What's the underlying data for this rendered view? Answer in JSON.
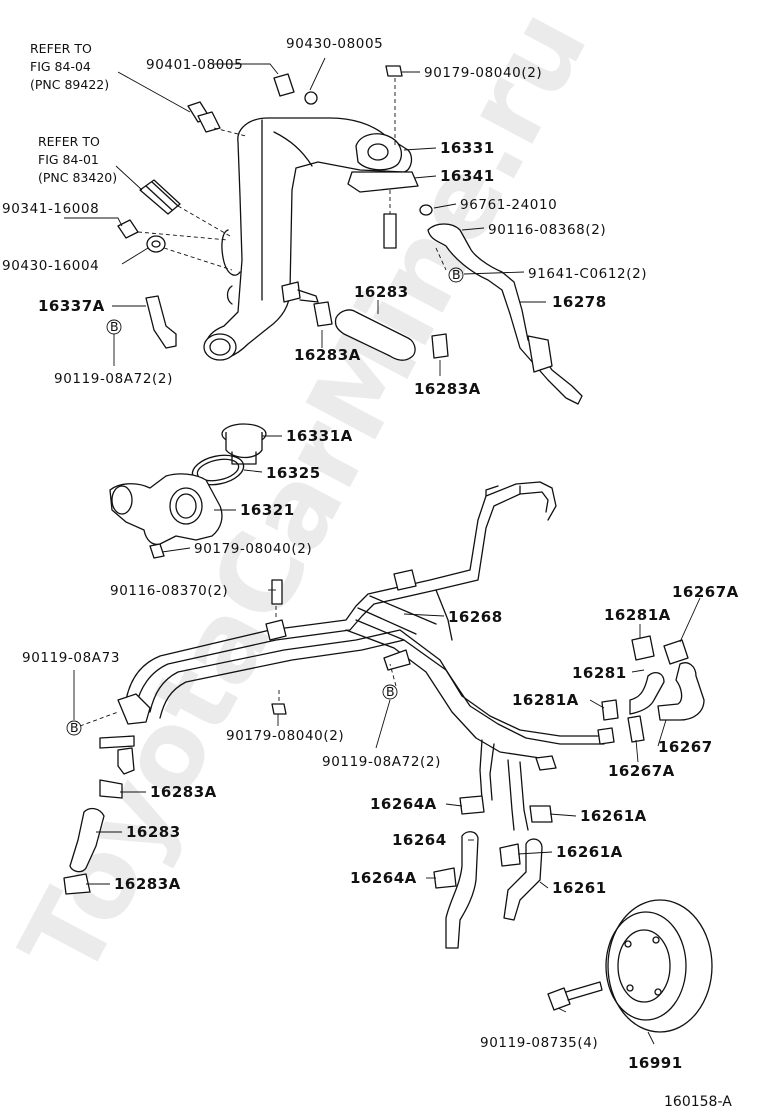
{
  "watermark": "ToyotaCarMine.ru",
  "references": [
    {
      "line1": "REFER TO",
      "line2": "FIG 84-04",
      "line3": "(PNC 89422)"
    },
    {
      "line1": "REFER TO",
      "line2": "FIG 84-01",
      "line3": "(PNC 83420)"
    }
  ],
  "callout_symbol": "B",
  "labels": {
    "p90401_08005": "90401-08005",
    "p90430_08005": "90430-08005",
    "p90179_08040_2_top": "90179-08040(2)",
    "p16331": "16331",
    "p16341": "16341",
    "p96761_24010": "96761-24010",
    "p90116_08368_2": "90116-08368(2)",
    "p91641_c0612_2": "91641-C0612(2)",
    "p16278": "16278",
    "p90341_16008": "90341-16008",
    "p90430_16004": "90430-16004",
    "p16337a": "16337A",
    "p90119_08a72_2_top": "90119-08A72(2)",
    "p16283_top": "16283",
    "p16283a_top1": "16283A",
    "p16283a_top2": "16283A",
    "p16331a": "16331A",
    "p16325": "16325",
    "p16321": "16321",
    "p90179_08040_2_mid": "90179-08040(2)",
    "p90116_08370_2": "90116-08370(2)",
    "p16268": "16268",
    "p90119_08a73": "90119-08A73",
    "p90179_08040_2_low": "90179-08040(2)",
    "p90119_08a72_2_low": "90119-08A72(2)",
    "p16267a_top": "16267A",
    "p16281a_top": "16281A",
    "p16281": "16281",
    "p16281a_mid": "16281A",
    "p16267": "16267",
    "p16267a_low": "16267A",
    "p16283a_bot1": "16283A",
    "p16283_bot": "16283",
    "p16283a_bot2": "16283A",
    "p16264a_1": "16264A",
    "p16264": "16264",
    "p16264a_2": "16264A",
    "p16261a_1": "16261A",
    "p16261a_2": "16261A",
    "p16261": "16261",
    "p90119_08735_4": "90119-08735(4)",
    "p16991": "16991"
  },
  "figure_code": "160158-A"
}
